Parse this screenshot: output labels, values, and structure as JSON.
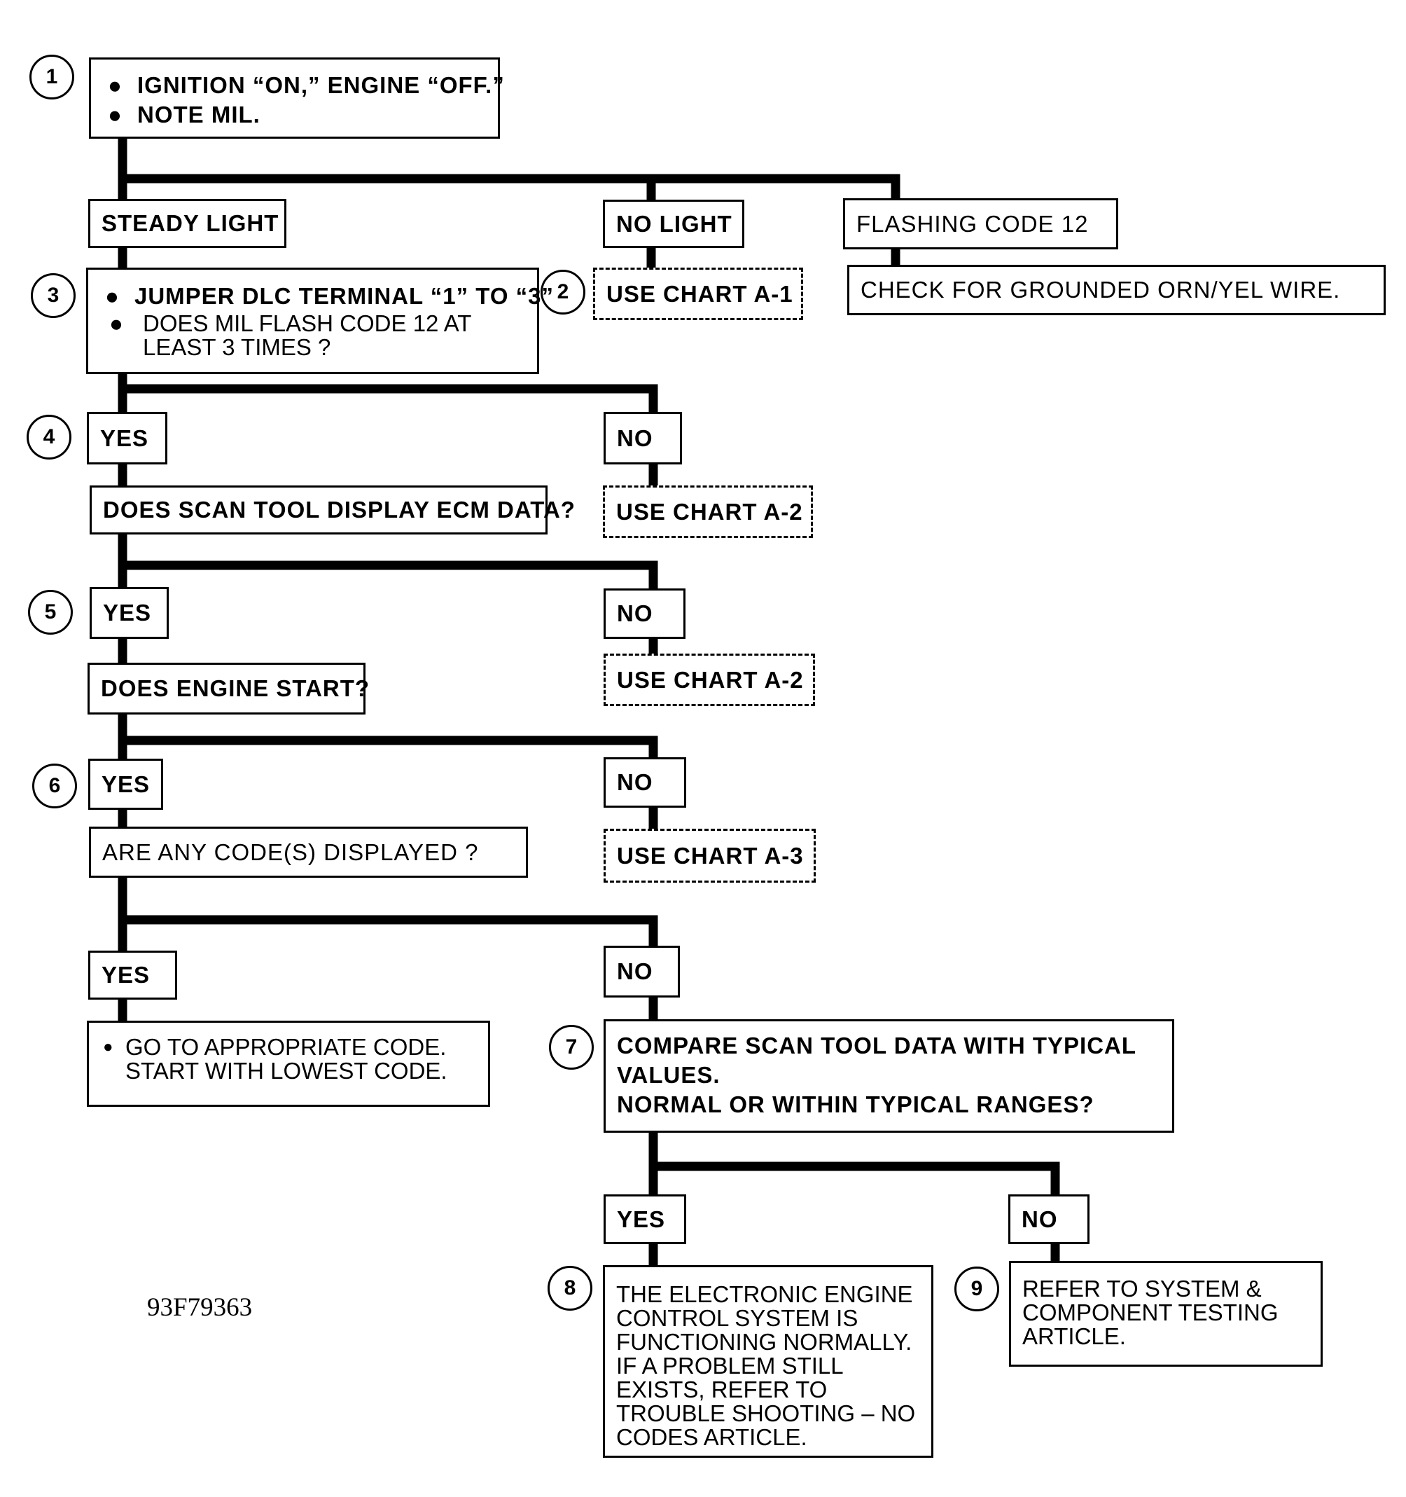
{
  "diagram": {
    "step_numbers": [
      "1",
      "2",
      "3",
      "4",
      "5",
      "6",
      "7",
      "8",
      "9"
    ],
    "step1": {
      "bullets": [
        "IGNITION “ON,” ENGINE “OFF.”",
        "NOTE MIL."
      ]
    },
    "branch1": {
      "steady": "STEADY LIGHT",
      "no_light": "NO LIGHT",
      "flashing": "FLASHING CODE 12"
    },
    "use_chart_a1": "USE CHART A-1",
    "check_wire": "CHECK FOR GROUNDED ORN/YEL WIRE.",
    "step3": {
      "bullets": [
        "JUMPER DLC TERMINAL “1” TO “3”",
        "DOES MIL FLASH CODE 12 AT",
        "LEAST 3 TIMES ?"
      ]
    },
    "yes": "YES",
    "no": "NO",
    "q_scan_tool": "DOES SCAN TOOL DISPLAY ECM DATA?",
    "use_chart_a2": "USE CHART A-2",
    "q_engine_start": "DOES ENGINE START?",
    "q_codes": "ARE ANY CODE(S) DISPLAYED ?",
    "use_chart_a3": "USE CHART A-3",
    "go_to_code": [
      "GO TO APPROPRIATE CODE.",
      "START WITH LOWEST CODE."
    ],
    "step7": [
      "COMPARE SCAN TOOL DATA WITH TYPICAL",
      "VALUES.",
      "NORMAL OR WITHIN TYPICAL RANGES?"
    ],
    "step8": [
      "THE ELECTRONIC ENGINE",
      "CONTROL SYSTEM IS",
      "FUNCTIONING NORMALLY.",
      "IF A PROBLEM STILL",
      "EXISTS, REFER TO",
      "TROUBLE SHOOTING – NO",
      "CODES ARTICLE."
    ],
    "step9": [
      "REFER TO SYSTEM &",
      "COMPONENT TESTING",
      "ARTICLE."
    ],
    "figure_id": "93F79363"
  }
}
